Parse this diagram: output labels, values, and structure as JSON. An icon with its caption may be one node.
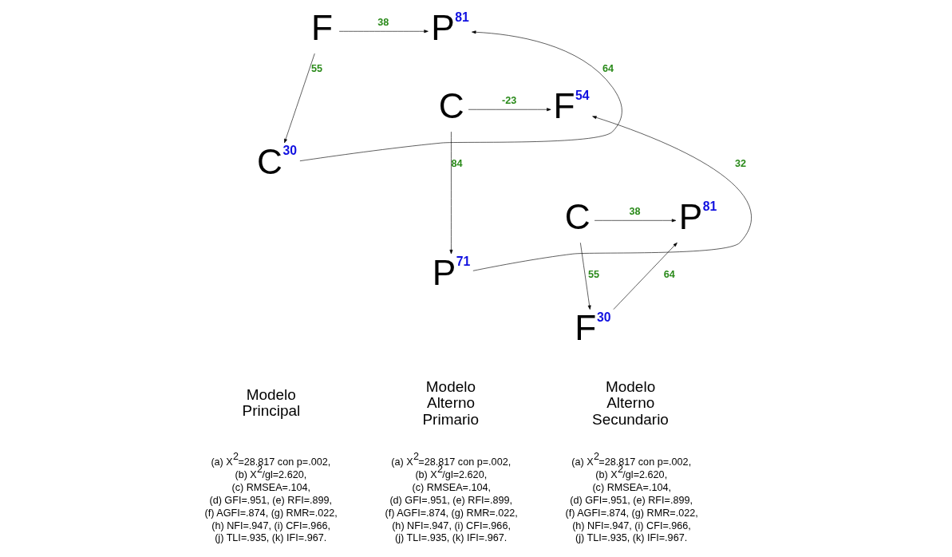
{
  "diagram": {
    "nodes": [
      {
        "text": [
          "F"
        ]
      },
      {
        "text": [
          "P"
        ],
        "beside": [
          "81"
        ]
      },
      {
        "text": [
          "C"
        ],
        "beside": [
          "30"
        ]
      },
      {
        "text": [
          "C"
        ]
      },
      {
        "text": [
          "F"
        ],
        "beside": [
          "54"
        ]
      },
      {
        "text": [
          "P"
        ],
        "beside": [
          "71"
        ]
      },
      {
        "text": [
          "C"
        ]
      },
      {
        "text": [
          "P"
        ],
        "beside": [
          "81"
        ]
      },
      {
        "text": [
          "F"
        ],
        "beside": [
          "30"
        ]
      }
    ],
    "edges": [
      {
        "from": 0,
        "to": 1,
        "arrow": "to",
        "label": "38"
      },
      {
        "from": 0,
        "to": 2,
        "arrow": "to",
        "label": "55"
      },
      {
        "from": 2,
        "to": 1,
        "arrow": "to",
        "label": "64"
      },
      {
        "from": 3,
        "to": 4,
        "arrow": "to",
        "label": "-23"
      },
      {
        "from": 3,
        "to": 5,
        "arrow": "to",
        "label": "84"
      },
      {
        "from": 5,
        "to": 4,
        "arrow": "to",
        "label": "32"
      },
      {
        "from": 6,
        "to": 7,
        "arrow": "to",
        "label": "38"
      },
      {
        "from": 6,
        "to": 8,
        "arrow": "to",
        "label": "55"
      },
      {
        "from": 8,
        "to": 7,
        "arrow": "to",
        "label": "64"
      }
    ],
    "labels": [
      "Modelo Principal",
      "Modelo Alterno Primario",
      "Modelo Alterno Secundario",
      "(a) X$^{2}$=28.817 con p=.002, (b) X$^{2}$/gl=2.620, (c) RMSEA=.104, (d) GFI=.951, (e) RFI=.899, (f) AGFI=.874, (g) RMR=.022, (h) NFI=.947, (i) CFI=.966, (j) TLI=.935, (k) IFI=.967.",
      "(a) X$^{2}$=28.817 con p=.002, (b) X$^{2}$/gl=2.620, (c) RMSEA=.104, (d) GFI=.951, (e) RFI=.899, (f) AGFI=.874, (g) RMR=.022, (h) NFI=.947, (i) CFI=.966, (j) TLI=.935, (k) IFI=.967.",
      "(a) X$^{2}$=28.817 con p=.002, (b) X$^{2}$/gl=2.620, (c) RMSEA=.104, (d) GFI=.951, (e) RFI=.899, (f) AGFI=.874, (g) RMR=.022, (h) NFI=.947, (i) CFI=.966, (j) TLI=.935, (k) IFI=.967."
    ]
  }
}
